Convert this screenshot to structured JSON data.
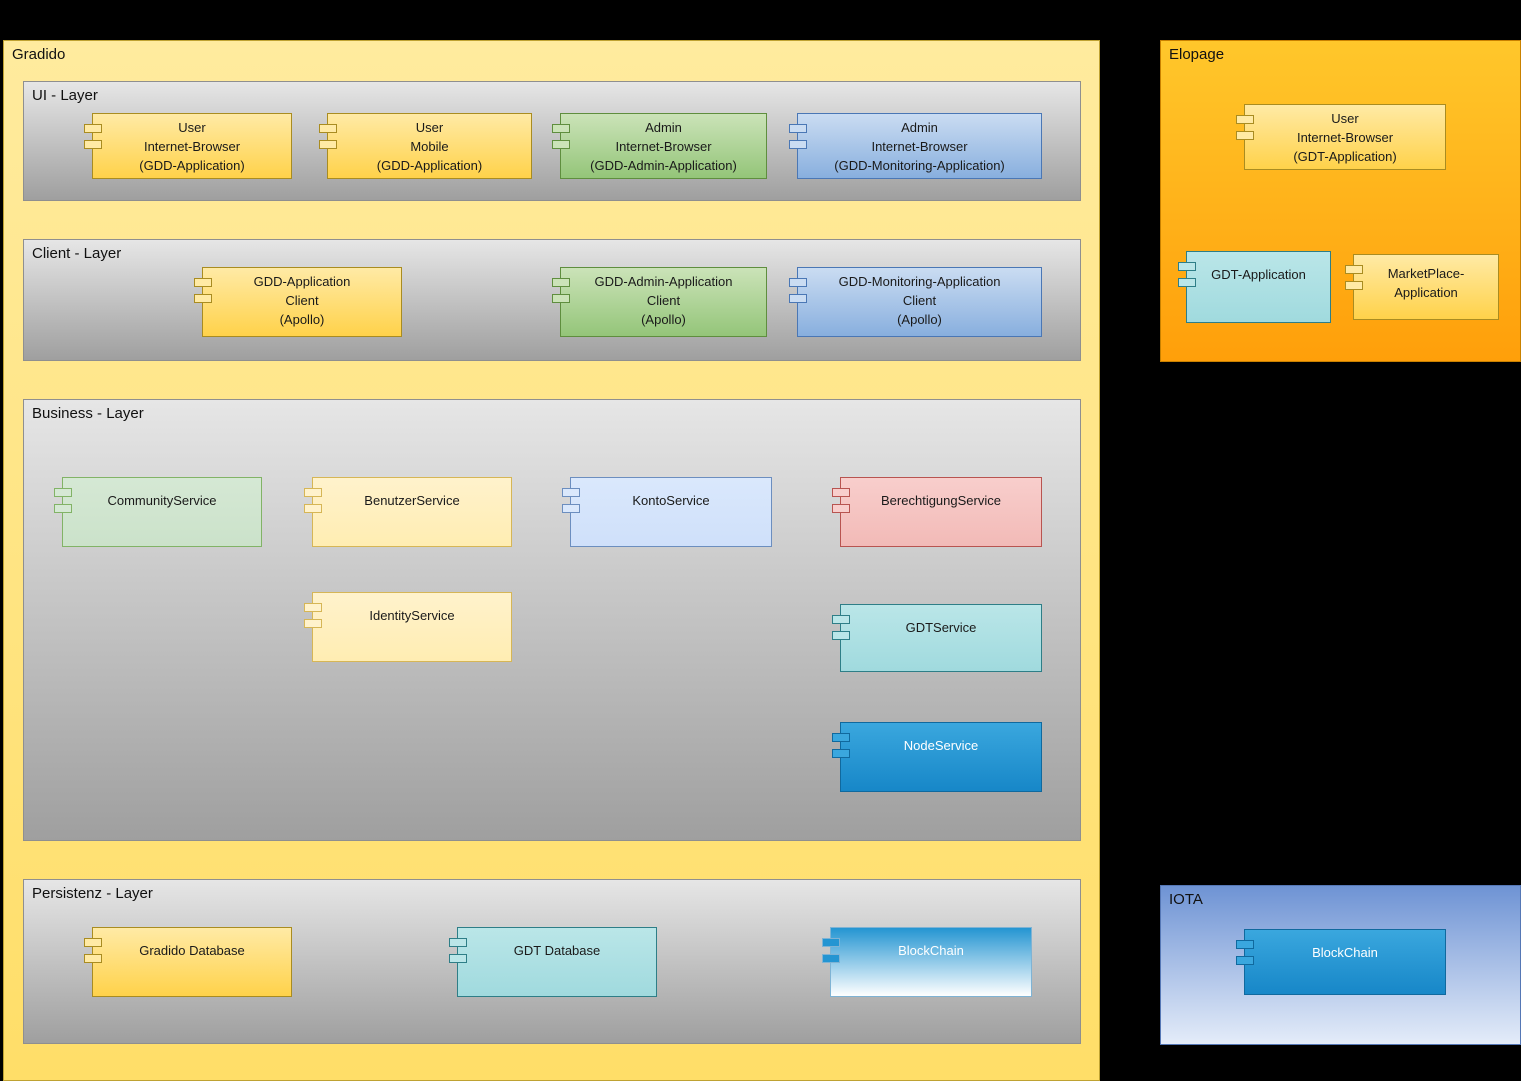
{
  "palette": {
    "background": "#000000",
    "gradido_container": "#ffe57e",
    "elopage_container": "#ffb010",
    "iota_container_top": "#6e93d4",
    "layer_gray_top": "#e6e6e6",
    "layer_gray_bottom": "#9f9f9f",
    "gold": "#ffd24a",
    "light_yellow": "#fff2cc",
    "green": "#94c579",
    "light_green": "#d5e8d4",
    "blue": "#88afde",
    "light_blue": "#dae8fc",
    "pink": "#f8cecc",
    "teal": "#a0dade",
    "node_blue": "#1787c8"
  },
  "gradido": {
    "title": "Gradido",
    "layers": [
      {
        "title": "UI - Layer",
        "components": [
          {
            "label": "User\nInternet-Browser\n(GDD-Application)"
          },
          {
            "label": "User\nMobile\n(GDD-Application)"
          },
          {
            "label": "Admin\nInternet-Browser\n(GDD-Admin-Application)"
          },
          {
            "label": "Admin\nInternet-Browser\n(GDD-Monitoring-Application)"
          }
        ]
      },
      {
        "title": "Client - Layer",
        "components": [
          {
            "label": "GDD-Application\nClient\n(Apollo)"
          },
          {
            "label": "GDD-Admin-Application\nClient\n(Apollo)"
          },
          {
            "label": "GDD-Monitoring-Application\nClient\n(Apollo)"
          }
        ]
      },
      {
        "title": "Business - Layer",
        "components": [
          {
            "label": "CommunityService"
          },
          {
            "label": "BenutzerService"
          },
          {
            "label": "KontoService"
          },
          {
            "label": "BerechtigungService"
          },
          {
            "label": "IdentityService"
          },
          {
            "label": "GDTService"
          },
          {
            "label": "NodeService"
          }
        ]
      },
      {
        "title": "Persistenz - Layer",
        "components": [
          {
            "label": "Gradido Database"
          },
          {
            "label": "GDT Database"
          },
          {
            "label": "BlockChain"
          }
        ]
      }
    ]
  },
  "elopage": {
    "title": "Elopage",
    "components": [
      {
        "label": "User\nInternet-Browser\n(GDT-Application)"
      },
      {
        "label": "GDT-Application"
      },
      {
        "label": "MarketPlace-\nApplication"
      }
    ]
  },
  "iota": {
    "title": "IOTA",
    "components": [
      {
        "label": "BlockChain"
      }
    ]
  }
}
